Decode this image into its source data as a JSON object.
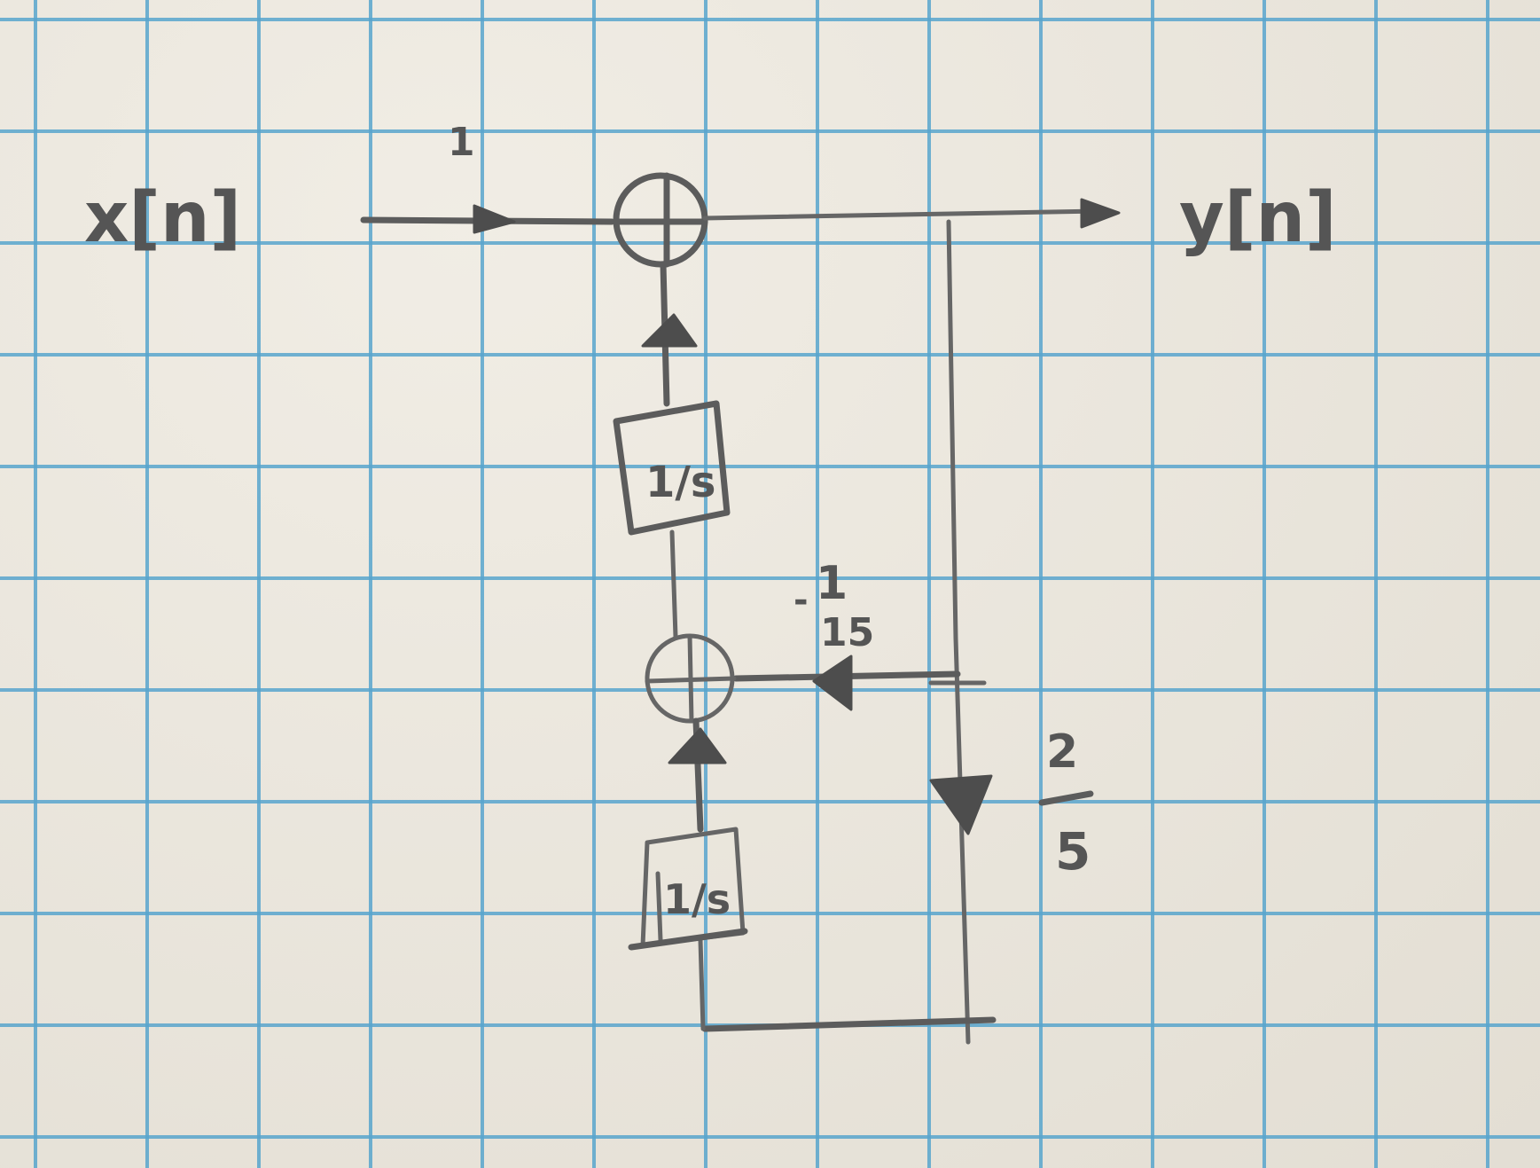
{
  "signals": {
    "input": "x[n]",
    "output": "y[n]"
  },
  "gains": {
    "input_gain": "1",
    "feedback_top_num": "1",
    "feedback_top_den": "15",
    "feedback_right_num": "2",
    "feedback_right_den": "5"
  },
  "blocks": {
    "delay_top": "1/s",
    "delay_bottom": "1/s"
  },
  "colors": {
    "grid": "#58a5cd",
    "paper": "#ece7dc",
    "pencil": "#5c5c5c"
  }
}
